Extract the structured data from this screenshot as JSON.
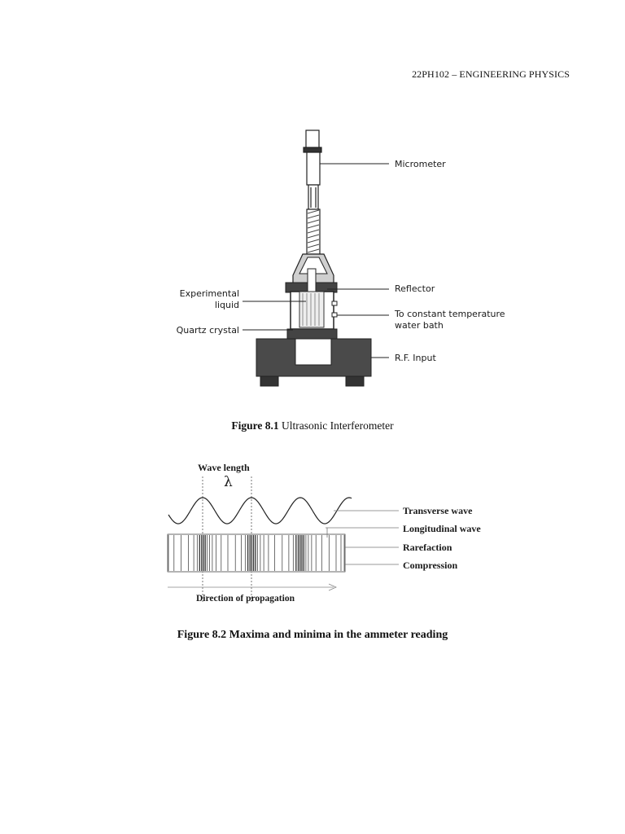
{
  "header": {
    "course": "22PH102 – ENGINEERING PHYSICS"
  },
  "figure1": {
    "labels": {
      "micrometer": "Micrometer",
      "reflector": "Reflector",
      "experimental_line1": "Experimental",
      "experimental_line2": "liquid",
      "to_constant_line1": "To constant temperature",
      "to_constant_line2": "water bath",
      "quartz": "Quartz crystal",
      "rf_input": "R.F. Input"
    },
    "caption_bold": "Figure 8.1",
    "caption_text": " Ultrasonic Interferometer"
  },
  "figure2": {
    "labels": {
      "wave_length": "Wave length",
      "lambda": "λ",
      "transverse": "Transverse wave",
      "longitudinal": "Longitudinal wave",
      "rarefaction": "Rarefaction",
      "compression": "Compression",
      "direction": "Direction of propagation"
    },
    "caption": "Figure 8.2 Maxima and minima in the ammeter reading"
  }
}
